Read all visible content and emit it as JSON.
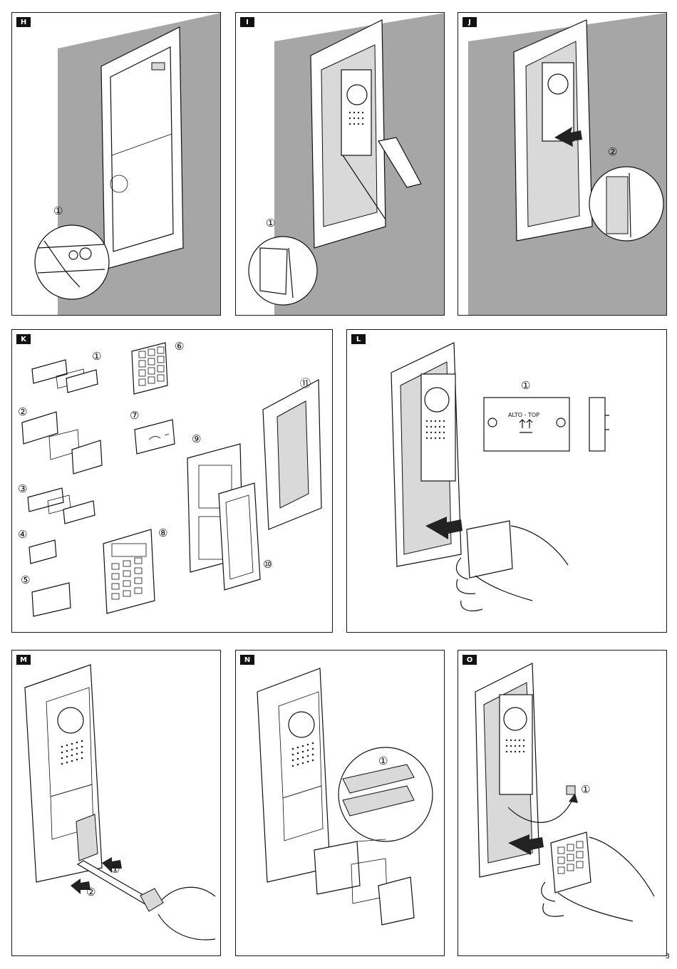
{
  "panels": {
    "H": {
      "tag": "H",
      "callouts": [
        "①"
      ]
    },
    "I": {
      "tag": "I",
      "callouts": [
        "①"
      ]
    },
    "J": {
      "tag": "J",
      "callouts": [
        "②"
      ]
    },
    "K": {
      "tag": "K",
      "callouts": [
        "①",
        "②",
        "③",
        "④",
        "⑤",
        "⑥",
        "⑦",
        "⑧",
        "⑨",
        "⑩",
        "⑪"
      ]
    },
    "L": {
      "tag": "L",
      "callouts": [
        "①"
      ],
      "module_text": "ALTO - TOP"
    },
    "M": {
      "tag": "M",
      "callouts": [
        "①",
        "②"
      ]
    },
    "N": {
      "tag": "N",
      "callouts": [
        "①"
      ]
    },
    "O": {
      "tag": "O",
      "callouts": [
        "①"
      ]
    }
  },
  "page_number": "3"
}
